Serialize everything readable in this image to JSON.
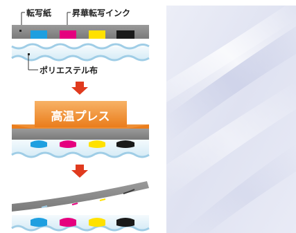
{
  "labels": {
    "transfer_paper": "転写紙",
    "sublimation_ink": "昇華転写インク",
    "polyester_fabric": "ポリエステル布",
    "press_banner": "高温プレス"
  },
  "ink_colors": {
    "cyan": "#1e9fe0",
    "magenta": "#e5007e",
    "yellow": "#ffe100",
    "black": "#1a1a1a"
  },
  "colors": {
    "paper": "#8a8a8a",
    "fabric_light": "#e8f4fb",
    "fabric_wave": "#a9d4ea",
    "arrow_red": "#e03a1e",
    "press_orange": "#f08a24",
    "press_orange_light": "#f7b266",
    "photo_fabric": "#e6e8f4"
  },
  "icons": {
    "down_arrow": "down-arrow-icon",
    "pointer_square": "pointer-square-icon"
  }
}
